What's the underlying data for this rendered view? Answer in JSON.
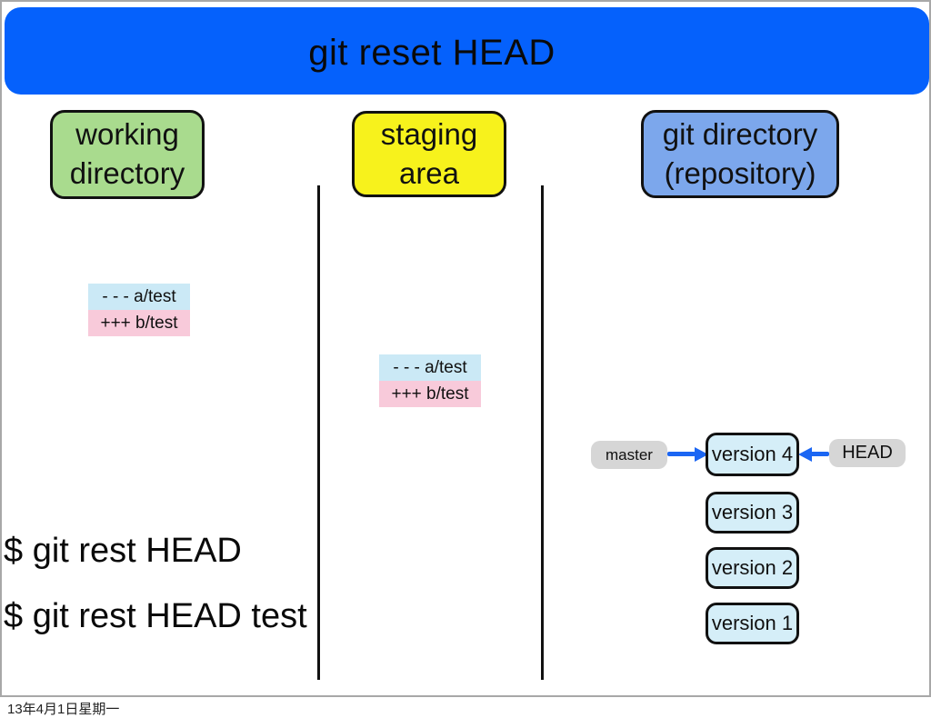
{
  "slide": {
    "title": "git reset HEAD",
    "footer_date": "13年4月1日星期一"
  },
  "columns": {
    "working_directory": {
      "line1": "working",
      "line2": "directory"
    },
    "staging_area": {
      "line1": "staging",
      "line2": "area"
    },
    "git_directory": {
      "line1": "git directory",
      "line2": "(repository)"
    }
  },
  "diffs": {
    "working": {
      "removed": "- - - a/test",
      "added": "+++ b/test"
    },
    "staging": {
      "removed": "- - - a/test",
      "added": "+++ b/test"
    }
  },
  "commands": {
    "line1": "$ git rest HEAD",
    "line2": "$ git rest HEAD test"
  },
  "repo": {
    "refs": {
      "master": "master",
      "head": "HEAD"
    },
    "versions": [
      "version 4",
      "version 3",
      "version 2",
      "version 1"
    ]
  },
  "icons": {
    "master_arrow": "arrow-right-icon",
    "head_arrow": "arrow-left-icon"
  },
  "colors": {
    "header_blue": "#0561fc",
    "working_green": "#a9db8e",
    "staging_yellow": "#f7f21c",
    "gitdir_blue": "#7ca7ec",
    "version_box_blue": "#d5eef8",
    "diff_removed_bg": "#cbe9f6",
    "diff_added_bg": "#f8cada",
    "ref_pill_gray": "#d6d6d6",
    "arrow_blue": "#1b66f3"
  }
}
